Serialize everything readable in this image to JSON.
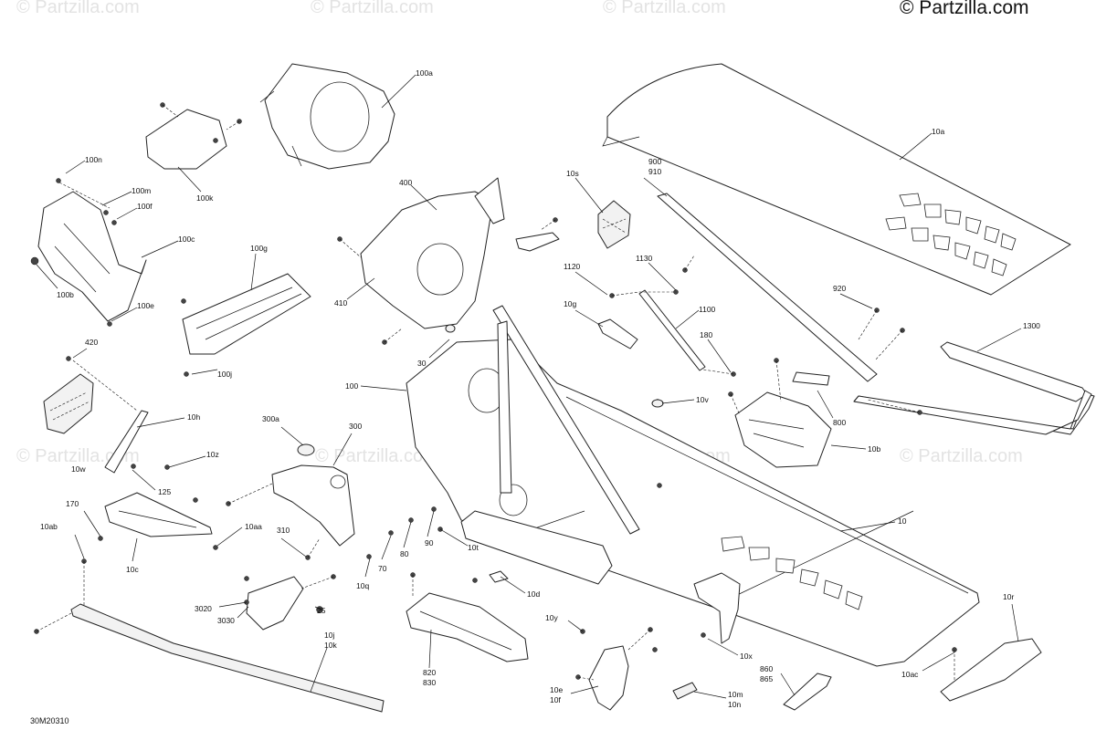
{
  "copyright": "© Partzilla.com",
  "watermark": "© Partzilla.com",
  "diagram_code": "30M20310",
  "labels": {
    "l_100a": "100a",
    "l_10a": "10a",
    "l_100n": "100n",
    "l_100k": "100k",
    "l_100m": "100m",
    "l_100f": "100f",
    "l_100c": "100c",
    "l_100b": "100b",
    "l_100e": "100e",
    "l_100g": "100g",
    "l_100j": "100j",
    "l_400": "400",
    "l_410": "410",
    "l_10s": "10s",
    "l_900": "900",
    "l_910": "910",
    "l_1120": "1120",
    "l_1130": "1130",
    "l_10g": "10g",
    "l_1100": "1100",
    "l_180": "180",
    "l_920": "920",
    "l_1300": "1300",
    "l_420": "420",
    "l_30": "30",
    "l_100": "100",
    "l_10v": "10v",
    "l_800": "800",
    "l_10b": "10b",
    "l_10h": "10h",
    "l_10z": "10z",
    "l_10w": "10w",
    "l_300a": "300a",
    "l_300": "300",
    "l_125": "125",
    "l_170": "170",
    "l_10ab": "10ab",
    "l_10aa": "10aa",
    "l_310": "310",
    "l_10c": "10c",
    "l_10": "10",
    "l_90": "90",
    "l_80": "80",
    "l_10t": "10t",
    "l_70": "70",
    "l_10q": "10q",
    "l_10d": "10d",
    "l_3020": "3020",
    "l_25": "25",
    "l_3030": "3030",
    "l_10j": "10j",
    "l_10k": "10k",
    "l_10y": "10y",
    "l_10r": "10r",
    "l_10x": "10x",
    "l_820": "820",
    "l_830": "830",
    "l_860": "860",
    "l_865": "865",
    "l_10ac": "10ac",
    "l_10e": "10e",
    "l_10f": "10f",
    "l_10m": "10m",
    "l_10n": "10n"
  }
}
